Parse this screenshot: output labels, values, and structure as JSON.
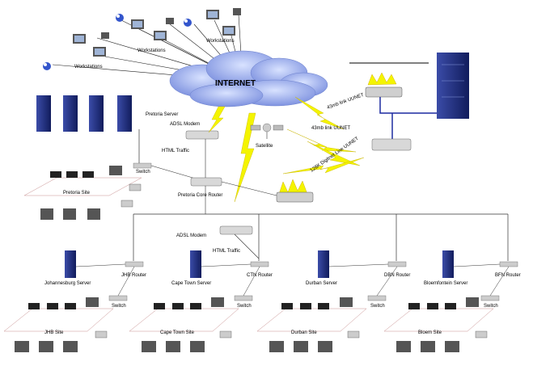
{
  "diagram": {
    "internet_label": "INTERNET",
    "workstation_labels": [
      "Workstations",
      "Workstations",
      "Workstations"
    ],
    "pretoria_server_label": "Pretoria Server",
    "adsl_modem_labels": [
      "ADSL Modem",
      "ADSL Modem"
    ],
    "html_traffic_labels": [
      "HTML Traffic",
      "HTML Traffic"
    ],
    "satellite_label": "Satellite",
    "switch_labels": [
      "Switch",
      "Switch",
      "Switch",
      "Switch",
      "Switch"
    ],
    "pretoria_site_label": "Pretoria Site",
    "pretoria_core_router_label": "Pretoria Core Router",
    "link_labels": [
      "43mb link UUNET",
      "43mb link UUNET",
      "128K Digitnet Line UUNET"
    ],
    "branches": [
      {
        "server": "Johannesburg Server",
        "router": "JHB Router",
        "switch": "Switch",
        "site": "JHB Site"
      },
      {
        "server": "Cape Town Server",
        "router": "CTN Router",
        "switch": "Switch",
        "site": "Cape Town Site"
      },
      {
        "server": "Durban Server",
        "router": "DBN Router",
        "switch": "Switch",
        "site": "Durban Site"
      },
      {
        "server": "Bloemfontein Server",
        "router": "BFN Router",
        "switch": "Switch",
        "site": "Bloem Site"
      }
    ]
  },
  "colors": {
    "cloud": "#8aa0e8",
    "server": "#1c2a78",
    "lightning": "#f2f200",
    "line": "#333333",
    "blue_link": "#1c2aa0",
    "site_line": "#c89090"
  }
}
